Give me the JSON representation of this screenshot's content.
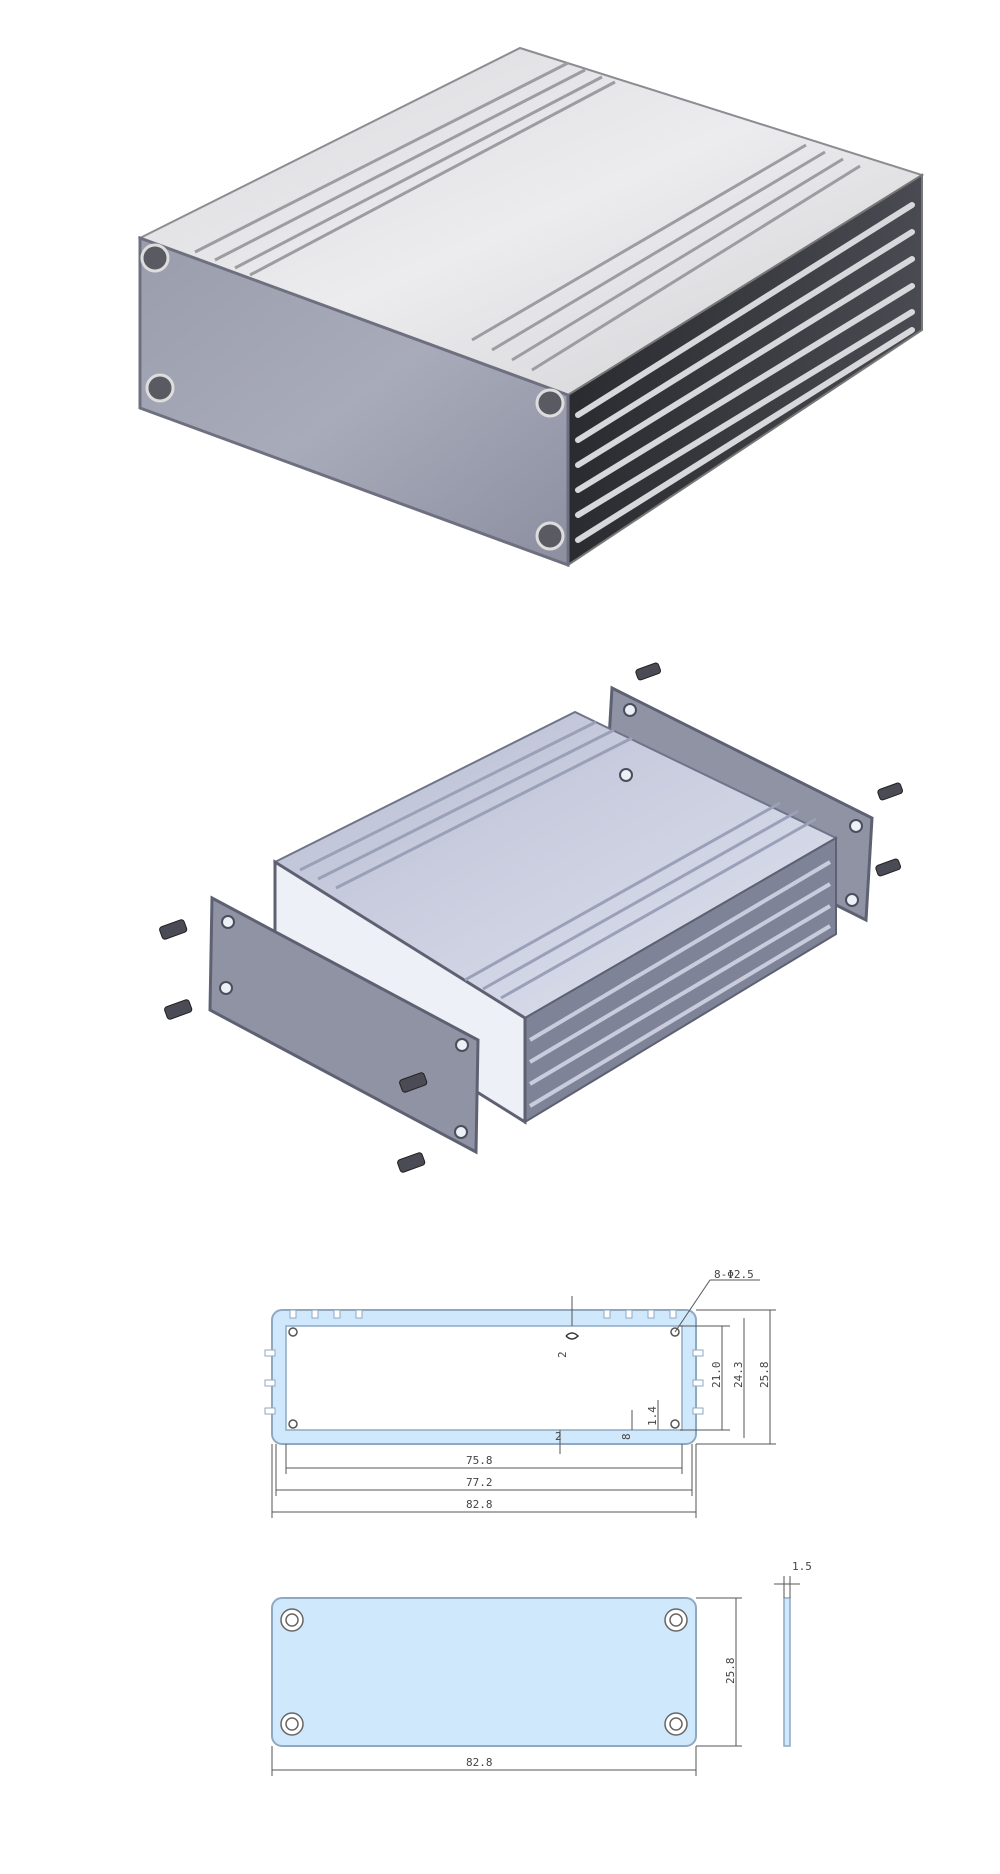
{
  "drawing": {
    "hole_note": "8-Φ2.5",
    "dim_thickness_top": "2",
    "dim_height_inner": "21.0",
    "dim_height_mid": "24.3",
    "dim_height_total": "25.8",
    "dim_small_14": "1.4",
    "dim_small_8": "8",
    "dim_slot": "2",
    "dim_width_inner": "75.8",
    "dim_width_mid": "77.2",
    "dim_width_total": "82.8",
    "plate_height": "25.8",
    "plate_width": "82.8",
    "plate_thickness": "1.5"
  },
  "colors": {
    "drawing_fill": "#cfe8fb",
    "metal_light": "#e6e6e8",
    "metal_dark": "#2e2f36",
    "panel_blue_grey": "#8f93a4"
  }
}
